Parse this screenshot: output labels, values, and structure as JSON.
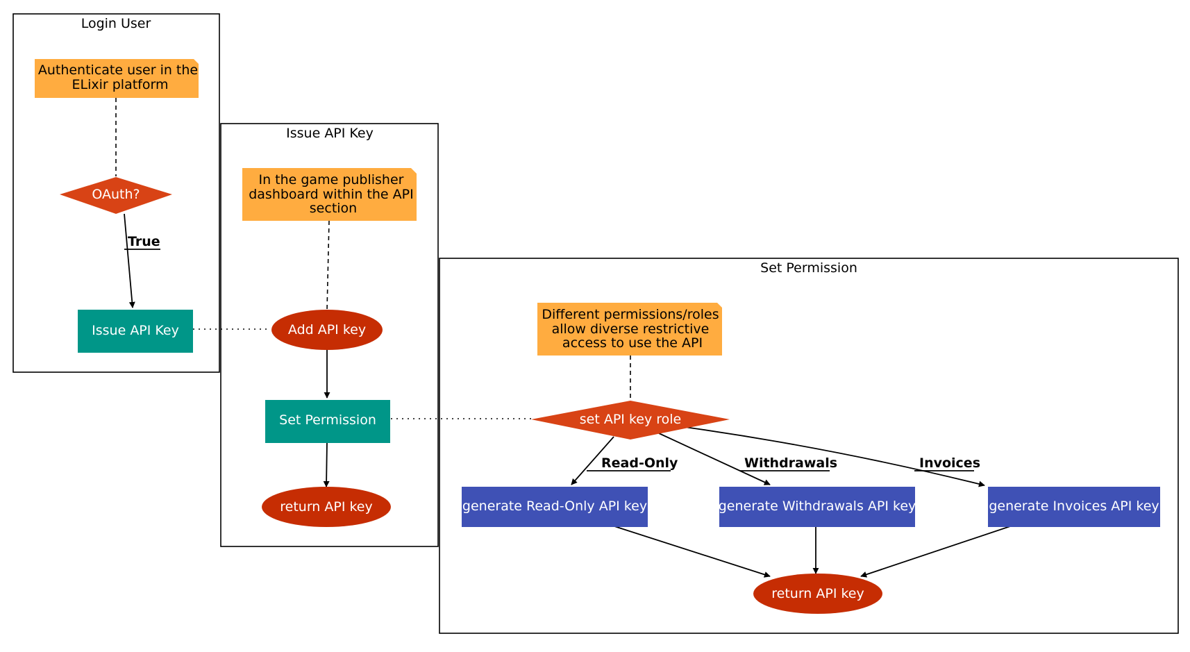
{
  "colors": {
    "note": "#ffac40",
    "process_teal": "#009688",
    "process_blue": "#3f51b5",
    "decision": "#d84315",
    "terminal": "#c62d03",
    "line": "#000000"
  },
  "clusters": {
    "login_user": {
      "title": "Login User"
    },
    "issue_api_key": {
      "title": "Issue API Key"
    },
    "set_permission": {
      "title": "Set Permission"
    }
  },
  "notes": {
    "authenticate": [
      "Authenticate user in the",
      "ELixir platform"
    ],
    "publisher": [
      "In the game publisher",
      "dashboard within the  API",
      "section"
    ],
    "permissions": [
      "Different permissions/roles",
      "allow diverse restrictive",
      "access to use the API"
    ]
  },
  "nodes": {
    "oauth": "OAuth?",
    "issue_api_key": "Issue API Key",
    "add_api_key": "Add API key",
    "set_permission": "Set Permission",
    "return_api_key_1": "return API key",
    "set_api_key_role": "set API key role",
    "gen_read_only": "generate Read-Only API key",
    "gen_withdrawals": "generate Withdrawals API key",
    "gen_invoices": "generate Invoices API key",
    "return_api_key_2": "return API key"
  },
  "edge_labels": {
    "true": "True",
    "read_only": "Read-Only",
    "withdrawals": "Withdrawals",
    "invoices": "Invoices"
  }
}
